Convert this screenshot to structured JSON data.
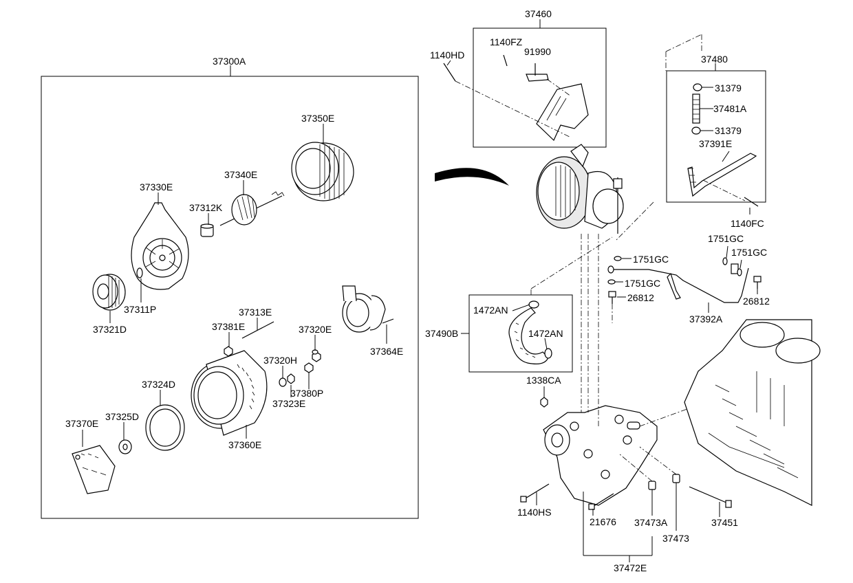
{
  "labels": {
    "a37300A": "37300A",
    "a37350E": "37350E",
    "a37340E": "37340E",
    "a37330E": "37330E",
    "a37312K": "37312K",
    "a37311P": "37311P",
    "a37321D": "37321D",
    "a37313E": "37313E",
    "a37381E": "37381E",
    "a37320E": "37320E",
    "a37364E": "37364E",
    "a37320H": "37320H",
    "a37380P": "37380P",
    "a37323E": "37323E",
    "a37324D": "37324D",
    "a37325D": "37325D",
    "a37370E": "37370E",
    "a37360E": "37360E",
    "a37460": "37460",
    "a1140HD": "1140HD",
    "a1140FZ": "1140FZ",
    "a91990": "91990",
    "a37480": "37480",
    "a31379_1": "31379",
    "a37481A": "37481A",
    "a31379_2": "31379",
    "a37391E": "37391E",
    "a1140FC": "1140FC",
    "a1751GC_1": "1751GC",
    "a1751GC_2": "1751GC",
    "a1751GC_3": "1751GC",
    "a1751GC_4": "1751GC",
    "a26812_1": "26812",
    "a26812_2": "26812",
    "a37392A": "37392A",
    "a1472AN_1": "1472AN",
    "a1472AN_2": "1472AN",
    "a37490B": "37490B",
    "a1338CA": "1338CA",
    "a1140HS": "1140HS",
    "a21676": "21676",
    "a37473A": "37473A",
    "a37473": "37473",
    "a37451": "37451",
    "a37472E": "37472E"
  }
}
